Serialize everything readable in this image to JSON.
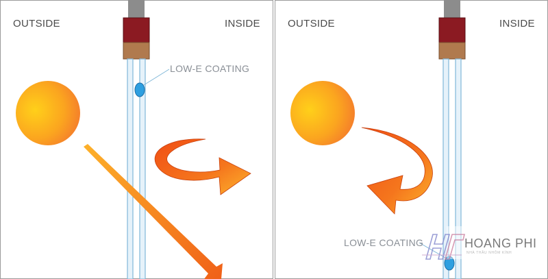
{
  "left_panel": {
    "outside_label": "OUTSIDE",
    "inside_label": "INSIDE",
    "coating_label": "LOW-E COATING"
  },
  "right_panel": {
    "outside_label": "OUTSIDE",
    "inside_label": "INSIDE",
    "coating_label": "LOW-E COATING"
  },
  "watermark": {
    "brand_name": "HOANG PHI",
    "tagline": "NHÀ THẦU NHÔM KÍNH"
  },
  "colors": {
    "frame_red": "#8b1a22",
    "spacer_brown": "#b07a4e",
    "frame_gray": "#8c8c8c",
    "glass_blue": "#7fb7d8",
    "coating_blue": "#2e9fe0",
    "sun_yellow": "#ffc20e",
    "sun_orange": "#f4812a",
    "arrow_orange": "#f26a1b"
  }
}
